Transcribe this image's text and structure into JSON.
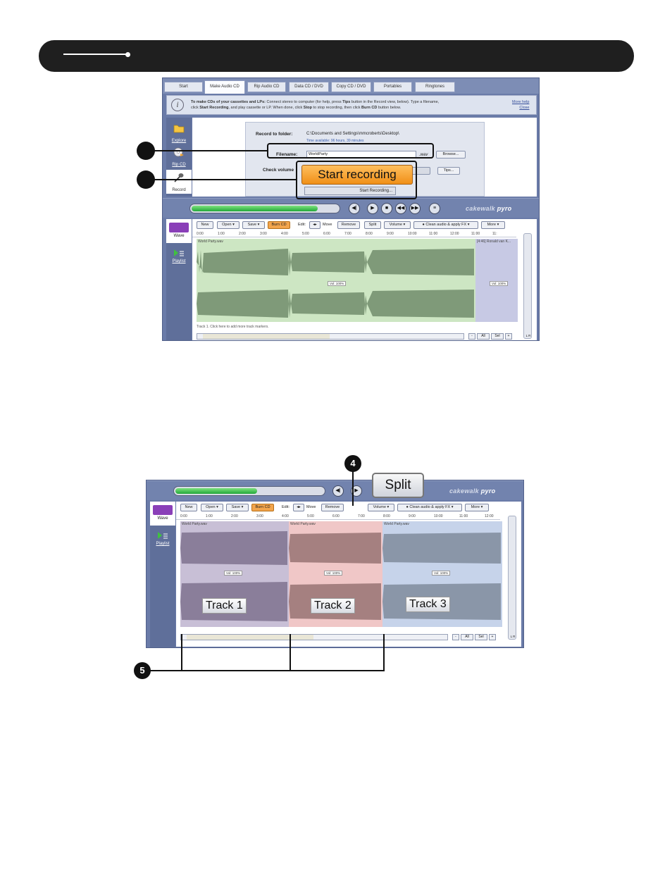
{
  "tabs": [
    "Start",
    "Make Audio CD",
    "Rip Audio CD",
    "Data CD / DVD",
    "Copy CD / DVD",
    "Portables",
    "Ringtones"
  ],
  "active_tab": "Make Audio CD",
  "info": {
    "line1_bold": "To make CDs of your cassettes and LPs:",
    "line1_rest": " Connect stereo to computer (for help, press ",
    "tips_bold": "Tips",
    "line1_end": " button in the Record view, below). Type a filename,",
    "line2_a": "click ",
    "start_bold": "Start Recording",
    "line2_b": ", and play cassette or LP. When done, click ",
    "stop_bold": "Stop",
    "line2_c": " to stop recording, then click ",
    "burn_bold": "Burn CD",
    "line2_d": " button below.",
    "more_help": "More help",
    "close": "Close"
  },
  "left_nav": {
    "explore": "Explore",
    "rip_cd": "Rip CD",
    "record": "Record"
  },
  "record_panel": {
    "folder_label": "Record to folder:",
    "folder_value": "C:\\Documents and Settings\\mmcroberts\\Desktop\\",
    "time_available": "Time available: 96 hours, 39 minutes",
    "filename_label": "Filename:",
    "filename_value": "WorldParty",
    "extension": ".wav",
    "browse": "Browse...",
    "check_volume": "Check volume",
    "tips": "Tips...",
    "start_recording_small": "Start Recording..."
  },
  "start_recording_callout": "Start recording",
  "brand": {
    "a": "cakewalk",
    "b": "pyro"
  },
  "meter_level": 0.85,
  "meter_level2": 0.55,
  "lower_nav": {
    "wave": "Wave",
    "playlist": "Playlist"
  },
  "toolbar": {
    "new": "New",
    "open": "Open",
    "save": "Save",
    "burn": "Burn CD",
    "edit": "Edit:",
    "move": "Move",
    "remove": "Remove",
    "split": "Split",
    "volume": "Volume",
    "clean": "Clean audio & apply FX",
    "more": "More"
  },
  "ruler1": [
    "0:00",
    "1:00",
    "2:00",
    "3:00",
    "4:00",
    "5:00",
    "6:00",
    "7:00",
    "8:00",
    "9:00",
    "10:00",
    "11:00",
    "12:00",
    "11:00",
    "11:"
  ],
  "ruler2": [
    "0:00",
    "1:00",
    "2:00",
    "3:00",
    "4:00",
    "5:00",
    "6:00",
    "7:00",
    "8:00",
    "9:00",
    "10:00",
    "11:00",
    "12:00"
  ],
  "clip_name": "World Party.wav",
  "clip_name2": "[4:46] Ronald van K...",
  "vol": "Vol: 100%",
  "track_marker_hint": "Track 1. Click here to add more track markers.",
  "scroll_buttons": [
    "-",
    "All",
    "Sel",
    "+"
  ],
  "lr": "L R",
  "callouts": {
    "four": "4",
    "five": "5"
  },
  "split_callout": "Split",
  "track_labels": [
    "Track 1",
    "Track 2",
    "Track 3"
  ]
}
